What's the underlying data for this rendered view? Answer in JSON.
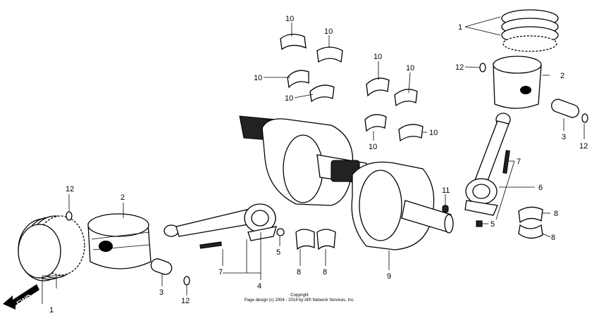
{
  "diagram": {
    "callouts": {
      "c1a": "1",
      "c1b": "1",
      "c2a": "2",
      "c2b": "2",
      "c3a": "3",
      "c3b": "3",
      "c4": "4",
      "c5a": "5",
      "c5b": "5",
      "c6": "6",
      "c7a": "7",
      "c7b": "7",
      "c8a": "8",
      "c8b": "8",
      "c8c": "8",
      "c8d": "8",
      "c9": "9",
      "c10a": "10",
      "c10b": "10",
      "c10c": "10",
      "c10d": "10",
      "c10e": "10",
      "c10f": "10",
      "c10g": "10",
      "c10h": "10",
      "c11": "11",
      "c12a": "12",
      "c12b": "12",
      "c12c": "12"
    },
    "fwd_label": "FWD",
    "copyright_line1": "Copyright",
    "copyright_line2": "Page design (c) 2004 - 2014 by ARI Network Services, Inc."
  }
}
